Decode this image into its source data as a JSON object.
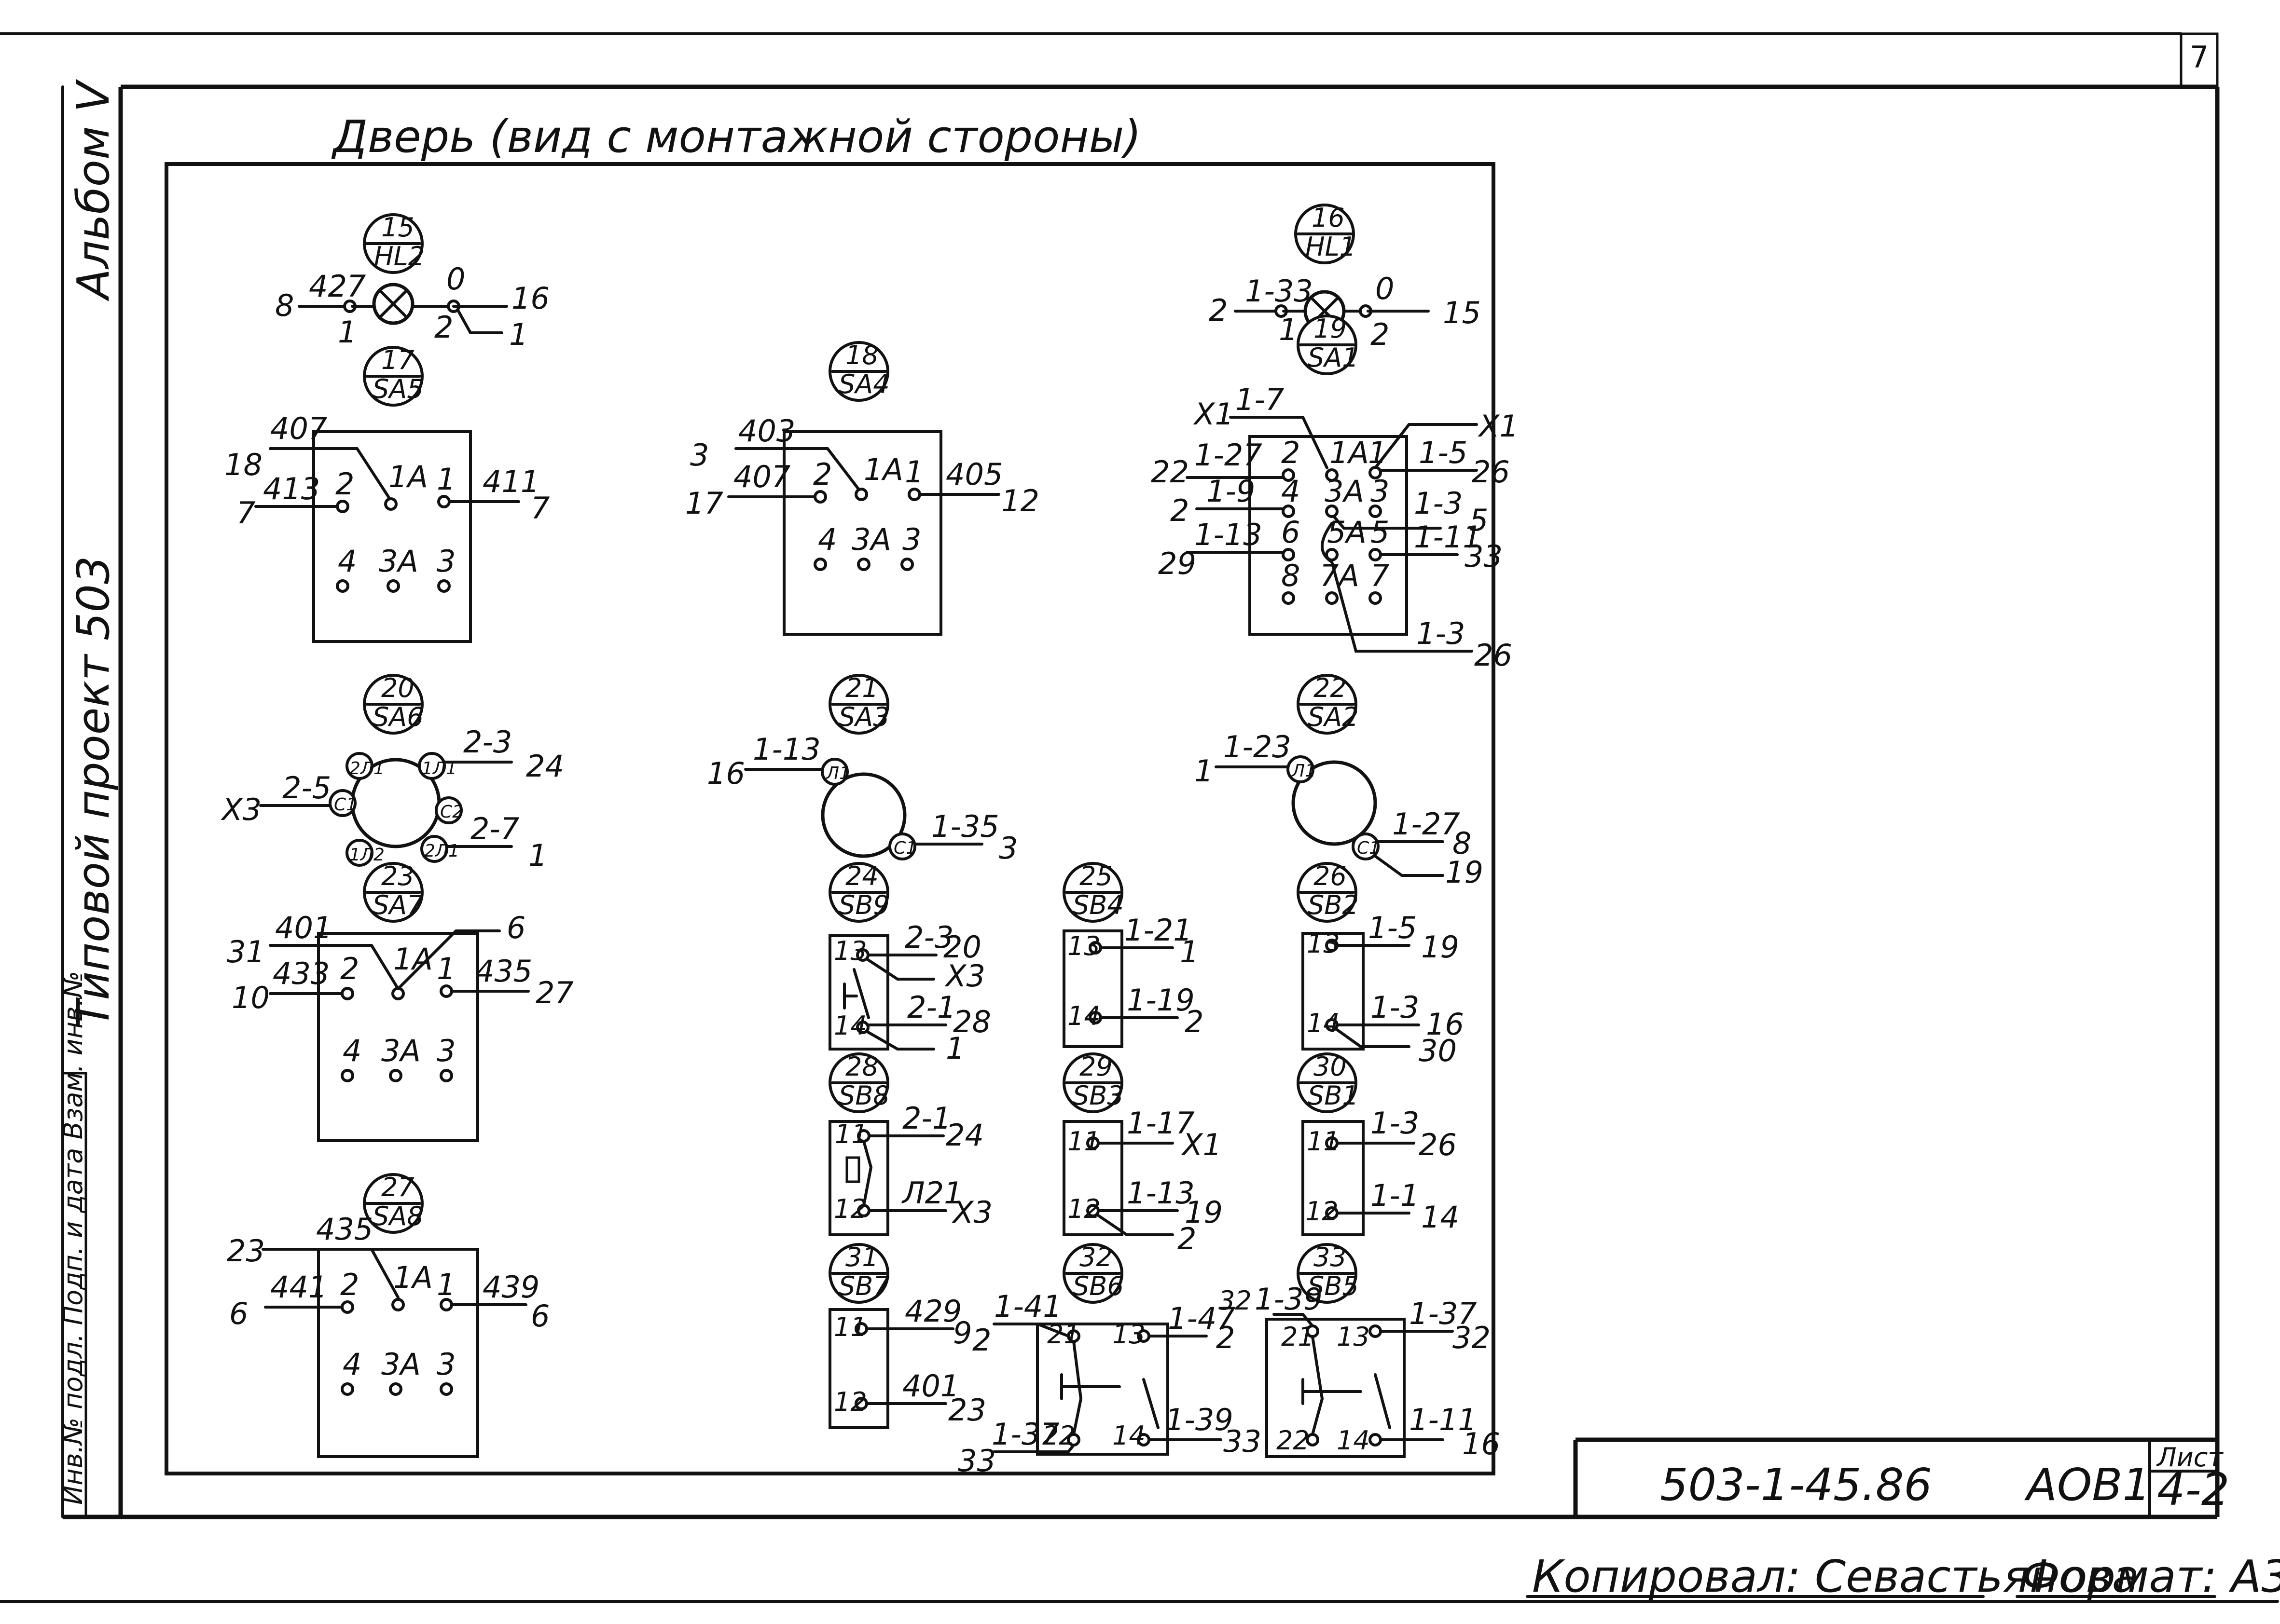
{
  "sheet": {
    "page_no": "7",
    "title": "Дверь (вид с монтажной стороны)",
    "left_margin_top": "Альбом V",
    "left_margin_mid": "Типовой проект 503",
    "left_margin_stamp": "Инв.№ подл. Подп. и дата Взам. инв.№",
    "doc_code": "503-1-45.86",
    "doc_mark": "АОВ1",
    "sheet_label": "Лист",
    "sheet_num": "4-2",
    "copied_by": "Копировал: Севастьянова",
    "format": "Формат: А3"
  },
  "lamps": {
    "hl2": {
      "num": "15",
      "ref": "HL2",
      "wl": "8",
      "wr1": "16",
      "wr2": "1",
      "w_top_l": "427",
      "w_top_r": "0",
      "p1": "1",
      "p2": "2"
    },
    "hl1": {
      "num": "16",
      "ref": "HL1",
      "wl": "2",
      "wr": "15",
      "w_top_l": "1-33",
      "w_top_r": "0",
      "p1": "1",
      "p2": "2"
    }
  },
  "switches": {
    "sa5": {
      "num": "17",
      "ref": "SA5",
      "w_top": "407",
      "w_in": "18",
      "w_left": "413",
      "x_left": "7",
      "w_right": "411",
      "x_right": "7",
      "c1": "2",
      "c2": "1А",
      "c3": "1",
      "c4": "4",
      "c5": "3А",
      "c6": "3"
    },
    "sa4": {
      "num": "18",
      "ref": "SA4",
      "w_top": "403",
      "w_in": "3",
      "w_left": "407",
      "x_left": "17",
      "w_right": "405",
      "x_right": "12",
      "c1": "2",
      "c2": "1А",
      "c3": "1",
      "c4": "4",
      "c5": "3А",
      "c6": "3"
    },
    "sa7": {
      "num": "23",
      "ref": "SA7",
      "w_top": "401",
      "w_in": "31",
      "w_left": "433",
      "x_left": "10",
      "w_right": "435",
      "x_right": "27",
      "x_top_r": "6",
      "c1": "2",
      "c2": "1А",
      "c3": "1",
      "c4": "4",
      "c5": "3А",
      "c6": "3"
    },
    "sa8": {
      "num": "27",
      "ref": "SA8",
      "w_top": "435",
      "w_in": "23",
      "w_left": "441",
      "x_left": "6",
      "w_right": "439",
      "x_right": "6",
      "c1": "2",
      "c2": "1А",
      "c3": "1",
      "c4": "4",
      "c5": "3А",
      "c6": "3"
    }
  },
  "sa1": {
    "num": "19",
    "ref": "SA1",
    "c_2": "2",
    "c_1a": "1А",
    "c_1": "1",
    "c_4": "4",
    "c_3a": "3А",
    "c_3": "3",
    "c_6": "6",
    "c_5a": "5А",
    "c_5": "5",
    "c_8": "8",
    "c_7a": "7А",
    "c_7": "7",
    "w_x1l": "Х1",
    "w_17": "1-7",
    "w_x1r": "Х1",
    "w_127": "1-27",
    "w_22": "22",
    "w_15": "1-5",
    "w_26a": "26",
    "w_19": "1-9",
    "w_2": "2",
    "w_13": "1-3",
    "w_5": "5",
    "w_113": "1-13",
    "w_29": "29",
    "w_111": "1-11",
    "w_33": "33",
    "w_13b": "1-3",
    "w_26b": "26"
  },
  "selectors": {
    "sa6": {
      "num": "20",
      "ref": "SA6",
      "t1": "2Л1",
      "t2": "1Л1",
      "t3": "С1",
      "t4": "С2",
      "t5": "1Л2",
      "t6": "2Л1",
      "w_23": "2-3",
      "x_24": "24",
      "w_25": "2-5",
      "x_x3": "Х3",
      "w_27": "2-7",
      "x_1": "1"
    },
    "sa3": {
      "num": "21",
      "ref": "SA3",
      "t1": "Л1",
      "t2": "С1",
      "w_113": "1-13",
      "x_16": "16",
      "w_135": "1-35",
      "x_3": "3"
    },
    "sa2": {
      "num": "22",
      "ref": "SA2",
      "t1": "Л1",
      "t2": "С1",
      "w_123": "1-23",
      "x_1": "1",
      "w_127": "1-27",
      "x_8": "8",
      "x_19": "19"
    }
  },
  "buttons": {
    "sb9": {
      "num": "24",
      "ref": "SB9",
      "p1": "13",
      "p2": "14",
      "w1": "2-3",
      "x1a": "20",
      "x1b": "Х3",
      "w2": "2-1",
      "x2a": "28",
      "x2b": "1"
    },
    "sb4": {
      "num": "25",
      "ref": "SB4",
      "p1": "13",
      "p2": "14",
      "w1": "1-21",
      "x1a": "1",
      "w2": "1-19",
      "x2a": "2"
    },
    "sb2": {
      "num": "26",
      "ref": "SB2",
      "p1": "13",
      "p2": "14",
      "w1": "1-5",
      "x1a": "19",
      "w2": "1-3",
      "x2a": "16",
      "x2b": "30"
    },
    "sb8": {
      "num": "28",
      "ref": "SB8",
      "p1": "11",
      "p2": "12",
      "w1": "2-1",
      "x1a": "24",
      "w2": "Л21",
      "x2a": "Х3"
    },
    "sb3": {
      "num": "29",
      "ref": "SB3",
      "p1": "11",
      "p2": "12",
      "w1": "1-17",
      "x1a": "Х1",
      "w2": "1-13",
      "x2a": "19",
      "x2b": "2"
    },
    "sb1": {
      "num": "30",
      "ref": "SB1",
      "p1": "11",
      "p2": "12",
      "w1": "1-3",
      "x1a": "26",
      "w2": "1-1",
      "x2a": "14"
    },
    "sb7": {
      "num": "31",
      "ref": "SB7",
      "p1": "11",
      "p2": "12",
      "w1": "429",
      "x1a": "9",
      "w2": "401",
      "x2a": "23"
    }
  },
  "dbl": {
    "sb6": {
      "num": "32",
      "ref": "SB6",
      "p21": "21",
      "p13": "13",
      "p22": "22",
      "p14": "14",
      "w_tl": "1-41",
      "x_tl": "2",
      "w_tr": "1-47",
      "x_tr": "2",
      "w_br": "1-39",
      "x_br": "33",
      "w_bl": "1-37",
      "x_bl": "33"
    },
    "sb5": {
      "num": "33",
      "ref": "SB5",
      "p21": "21",
      "p13": "13",
      "p22": "22",
      "p14": "14",
      "w_tl": "1-39",
      "x_tl": "32",
      "w_tr": "1-37",
      "x_tr": "32",
      "w_br": "1-11",
      "x_br": "16"
    }
  }
}
